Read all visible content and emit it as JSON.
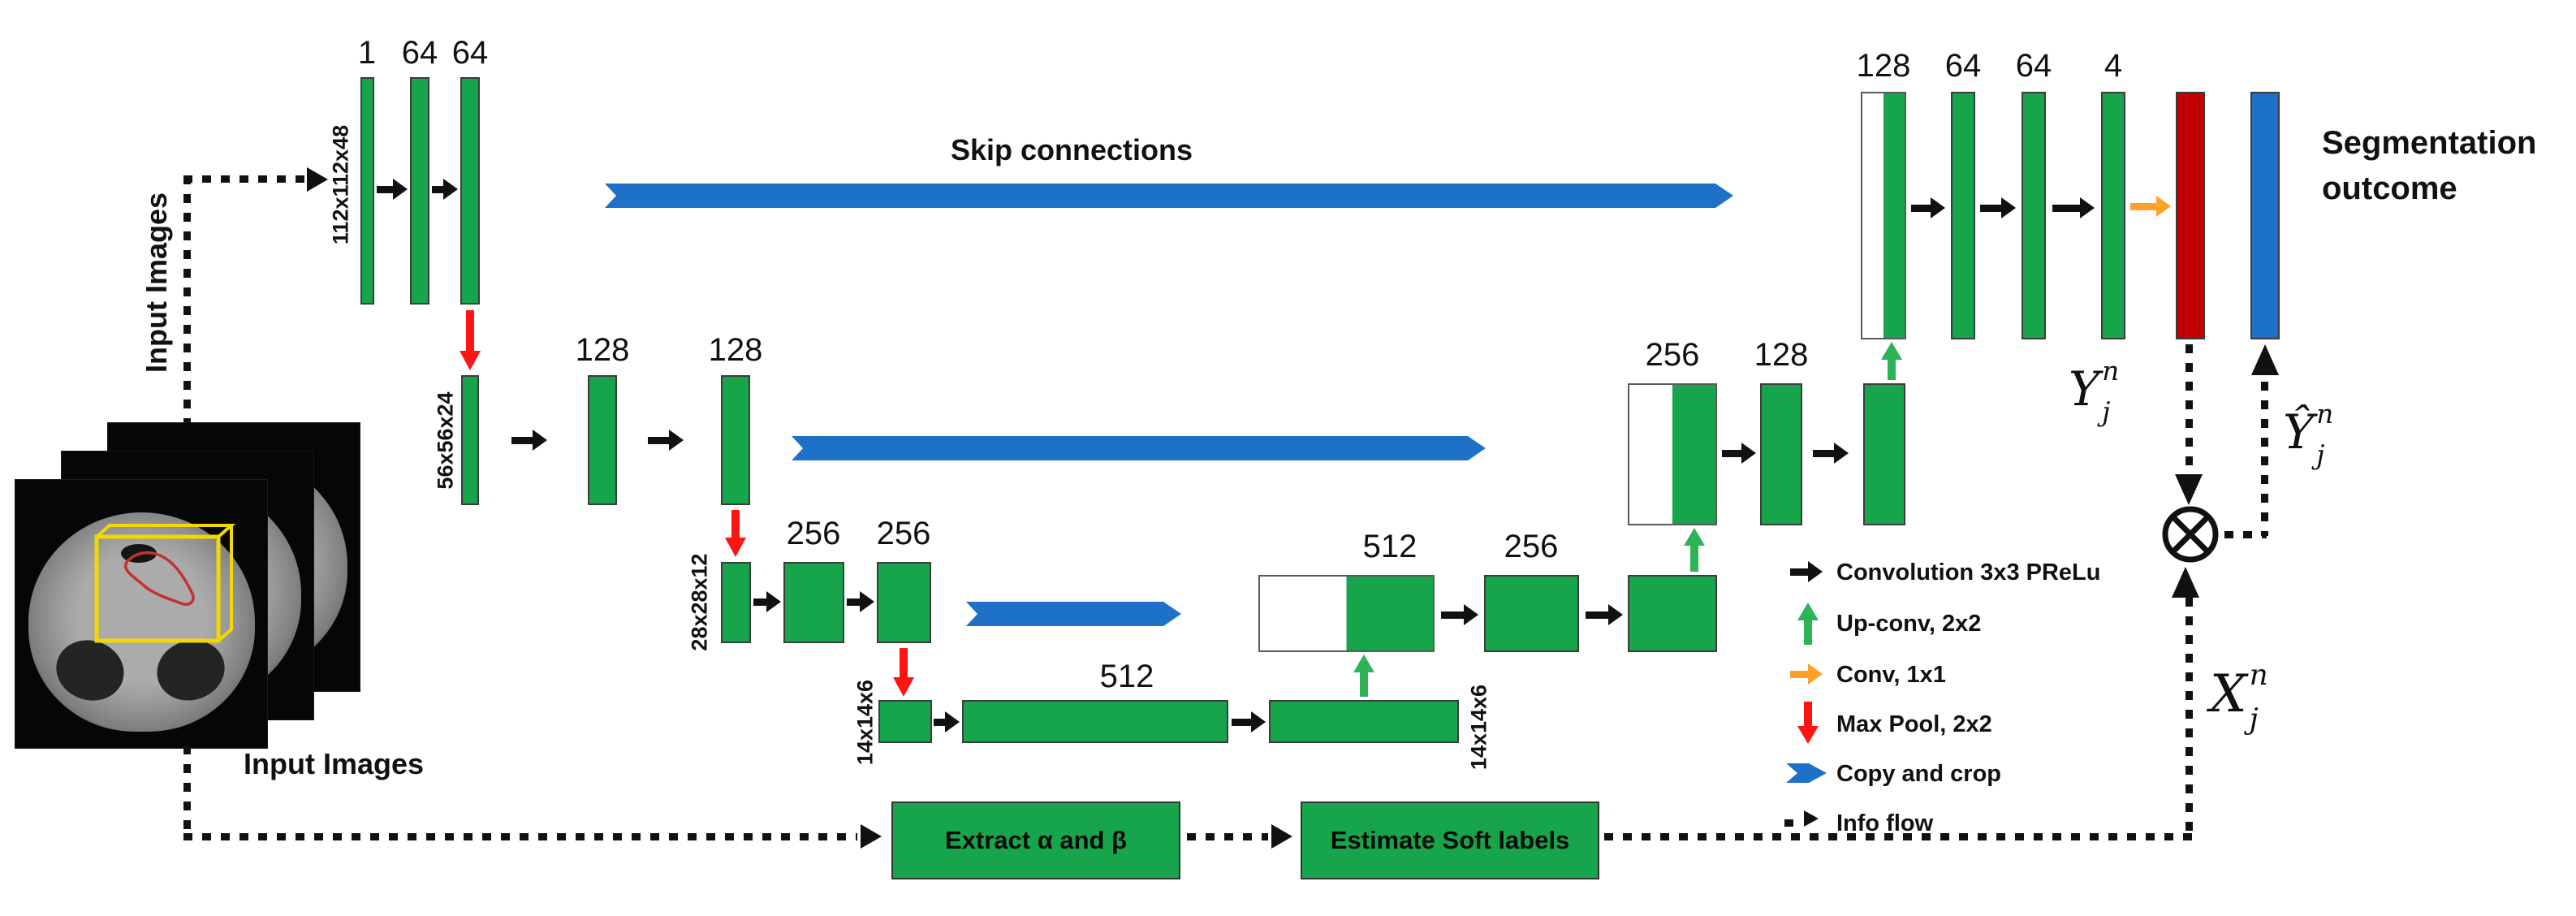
{
  "colors": {
    "green": "#17A54B",
    "green_arrow": "#2DB457",
    "red": "#FF1313",
    "dark_red": "#C00000",
    "blue": "#1D71C6",
    "orange": "#FFA029",
    "ink": "#111111"
  },
  "labels": {
    "skip": "Skip connections",
    "input_side": "Input Images",
    "input_bottom": "Input Images",
    "seg_outcome": "Segmentation outcome"
  },
  "encoder": {
    "l1": {
      "ch": [
        "1",
        "64",
        "64"
      ],
      "dims": "112x112x48"
    },
    "l2": {
      "ch": [
        "128",
        "128"
      ],
      "dims": "56x56x24"
    },
    "l3": {
      "ch": [
        "256",
        "256"
      ],
      "dims": "28x28x12"
    },
    "l4": {
      "ch_mid": "512",
      "dims_left": "14x14x6",
      "dims_right": "14x14x6"
    }
  },
  "decoder": {
    "l3": {
      "merge": "512",
      "after": "256"
    },
    "l2": {
      "merge": "256",
      "after": "128"
    },
    "l1": {
      "merge": "128",
      "ch": [
        "64",
        "64",
        "4"
      ]
    }
  },
  "legend": {
    "items": [
      "Convolution 3x3 PReLu",
      "Up-conv, 2x2",
      "Conv, 1x1",
      "Max Pool, 2x2",
      "Copy and crop",
      "Info flow"
    ]
  },
  "pipeline": {
    "extract": "Extract α and β",
    "estimate": "Estimate Soft labels"
  },
  "math": {
    "y": {
      "base": "Y",
      "sup": "n",
      "sub": "j"
    },
    "yhat": {
      "base": "Ŷ",
      "sup": "n",
      "sub": "j"
    },
    "x": {
      "base": "X",
      "sup": "n",
      "sub": "j"
    }
  }
}
